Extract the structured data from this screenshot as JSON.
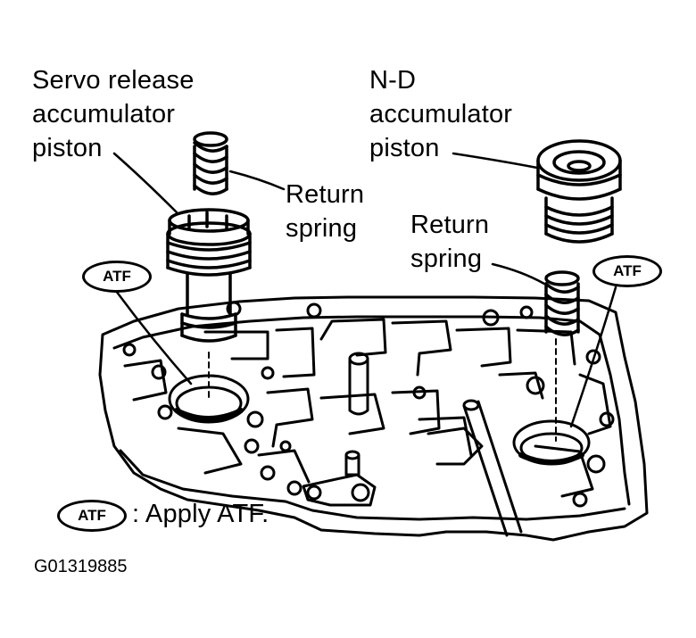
{
  "labels": {
    "servo_line1": "Servo release",
    "servo_line2": "accumulator",
    "servo_line3": "piston",
    "return_spring_left_1": "Return",
    "return_spring_left_2": "spring",
    "nd_line1": "N-D",
    "nd_line2": "accumulator",
    "nd_line3": "piston",
    "return_spring_right_1": "Return",
    "return_spring_right_2": "spring",
    "atf_badge": "ATF",
    "legend_text": ": Apply ATF.",
    "figure_code": "G01319885"
  }
}
